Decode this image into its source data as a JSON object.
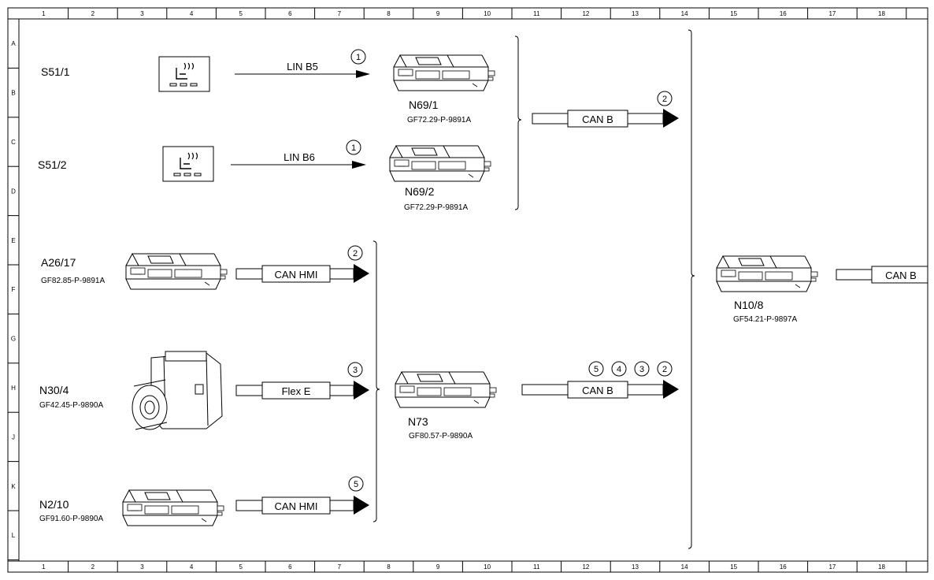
{
  "ruler": {
    "columns": [
      "1",
      "2",
      "3",
      "4",
      "5",
      "6",
      "7",
      "8",
      "9",
      "10",
      "11",
      "12",
      "13",
      "14",
      "15",
      "16",
      "17",
      "18"
    ],
    "rows": [
      "A",
      "B",
      "C",
      "D",
      "E",
      "F",
      "G",
      "H",
      "J",
      "K",
      "L"
    ]
  },
  "devices": {
    "s51_1": {
      "code": "S51/1"
    },
    "s51_2": {
      "code": "S51/2"
    },
    "n69_1": {
      "code": "N69/1",
      "ref": "GF72.29-P-9891A"
    },
    "n69_2": {
      "code": "N69/2",
      "ref": "GF72.29-P-9891A"
    },
    "a26_17": {
      "code": "A26/17",
      "ref": "GF82.85-P-9891A"
    },
    "n30_4": {
      "code": "N30/4",
      "ref": "GF42.45-P-9890A"
    },
    "n2_10": {
      "code": "N2/10",
      "ref": "GF91.60-P-9890A"
    },
    "n73": {
      "code": "N73",
      "ref": "GF80.57-P-9890A"
    },
    "n10_8": {
      "code": "N10/8",
      "ref": "GF54.21-P-9897A"
    }
  },
  "buses": {
    "lin_b5": {
      "label": "LIN B5",
      "badges": [
        "1"
      ]
    },
    "lin_b6": {
      "label": "LIN B6",
      "badges": [
        "1"
      ]
    },
    "can_b_upper": {
      "label": "CAN B",
      "badges": [
        "2"
      ]
    },
    "can_hmi_a26": {
      "label": "CAN HMI",
      "badges": [
        "2"
      ]
    },
    "flex_e": {
      "label": "Flex E",
      "badges": [
        "3"
      ]
    },
    "can_hmi_n2": {
      "label": "CAN HMI",
      "badges": [
        "5"
      ]
    },
    "can_b_n73": {
      "label": "CAN B",
      "badges": [
        "5",
        "4",
        "3",
        "2"
      ]
    },
    "can_b_n10": {
      "label": "CAN B"
    }
  }
}
